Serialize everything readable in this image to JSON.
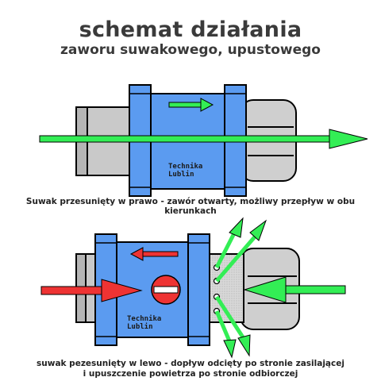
{
  "header": {
    "title": "schemat działania",
    "subtitle": "zaworu suwakowego, upustowego"
  },
  "diagram_top": {
    "brand_line1": "Technika",
    "brand_line2": "Lublin",
    "caption": "Suwak przesunięty w prawo - zawór otwarty, możliwy przepływ w obu kierunkach"
  },
  "diagram_bottom": {
    "brand_line1": "Technika",
    "brand_line2": "Lublin",
    "caption_line1": "suwak pezesunięty w lewo - dopływ odcięty po stronie zasilającej",
    "caption_line2": "i upuszczenie powietrza po stronie odbiorczej"
  },
  "colors": {
    "body_blue": "#5b9bf0",
    "flow_green": "#33ee55",
    "blocked_red": "#ee3333",
    "nut_gray": "#cfcfcf",
    "text_dark": "#3a3a3a"
  },
  "icons": {
    "blocked": "no-entry-icon"
  }
}
